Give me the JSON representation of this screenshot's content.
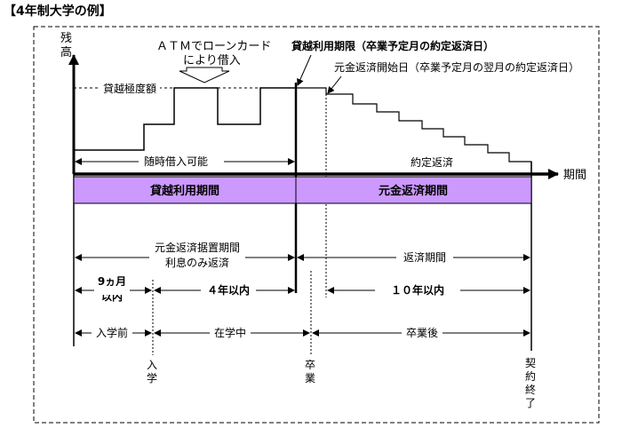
{
  "title": "【4年制大学の例】",
  "axis": {
    "y_label_chars": [
      "残",
      "高"
    ],
    "x_label": "期間"
  },
  "annotations": {
    "atm_line1": "ＡＴＭでローンカード",
    "atm_line2": "により借入",
    "overdraft_limit": "貸越極度額",
    "overdraft_deadline": "貸越利用期限（卒業予定月の約定返済日）",
    "repayment_start": "元金返済開始日（卒業予定月の翌月の約定返済日）",
    "borrow_anytime": "随時借入可能",
    "scheduled_repayment": "約定返済"
  },
  "bands": {
    "overdraft_period": "貸越利用期間",
    "principal_repayment_period": "元金返済期間",
    "color": "#cc99ff"
  },
  "spans": {
    "deferment_line1": "元金返済据置期間",
    "deferment_line2": "利息のみ返済",
    "repayment_period": "返済期間",
    "nine_months_line1": "9ヵ月",
    "nine_months_line2": "以内",
    "four_years": "４年以内",
    "ten_years": "１０年以内",
    "before_entry": "入学前",
    "in_school": "在学中",
    "after_graduation": "卒業後"
  },
  "milestones": {
    "entry_chars": [
      "入",
      "学"
    ],
    "graduation_chars": [
      "卒",
      "業"
    ],
    "contract_end_chars": [
      "契",
      "約",
      "終",
      "了"
    ]
  }
}
